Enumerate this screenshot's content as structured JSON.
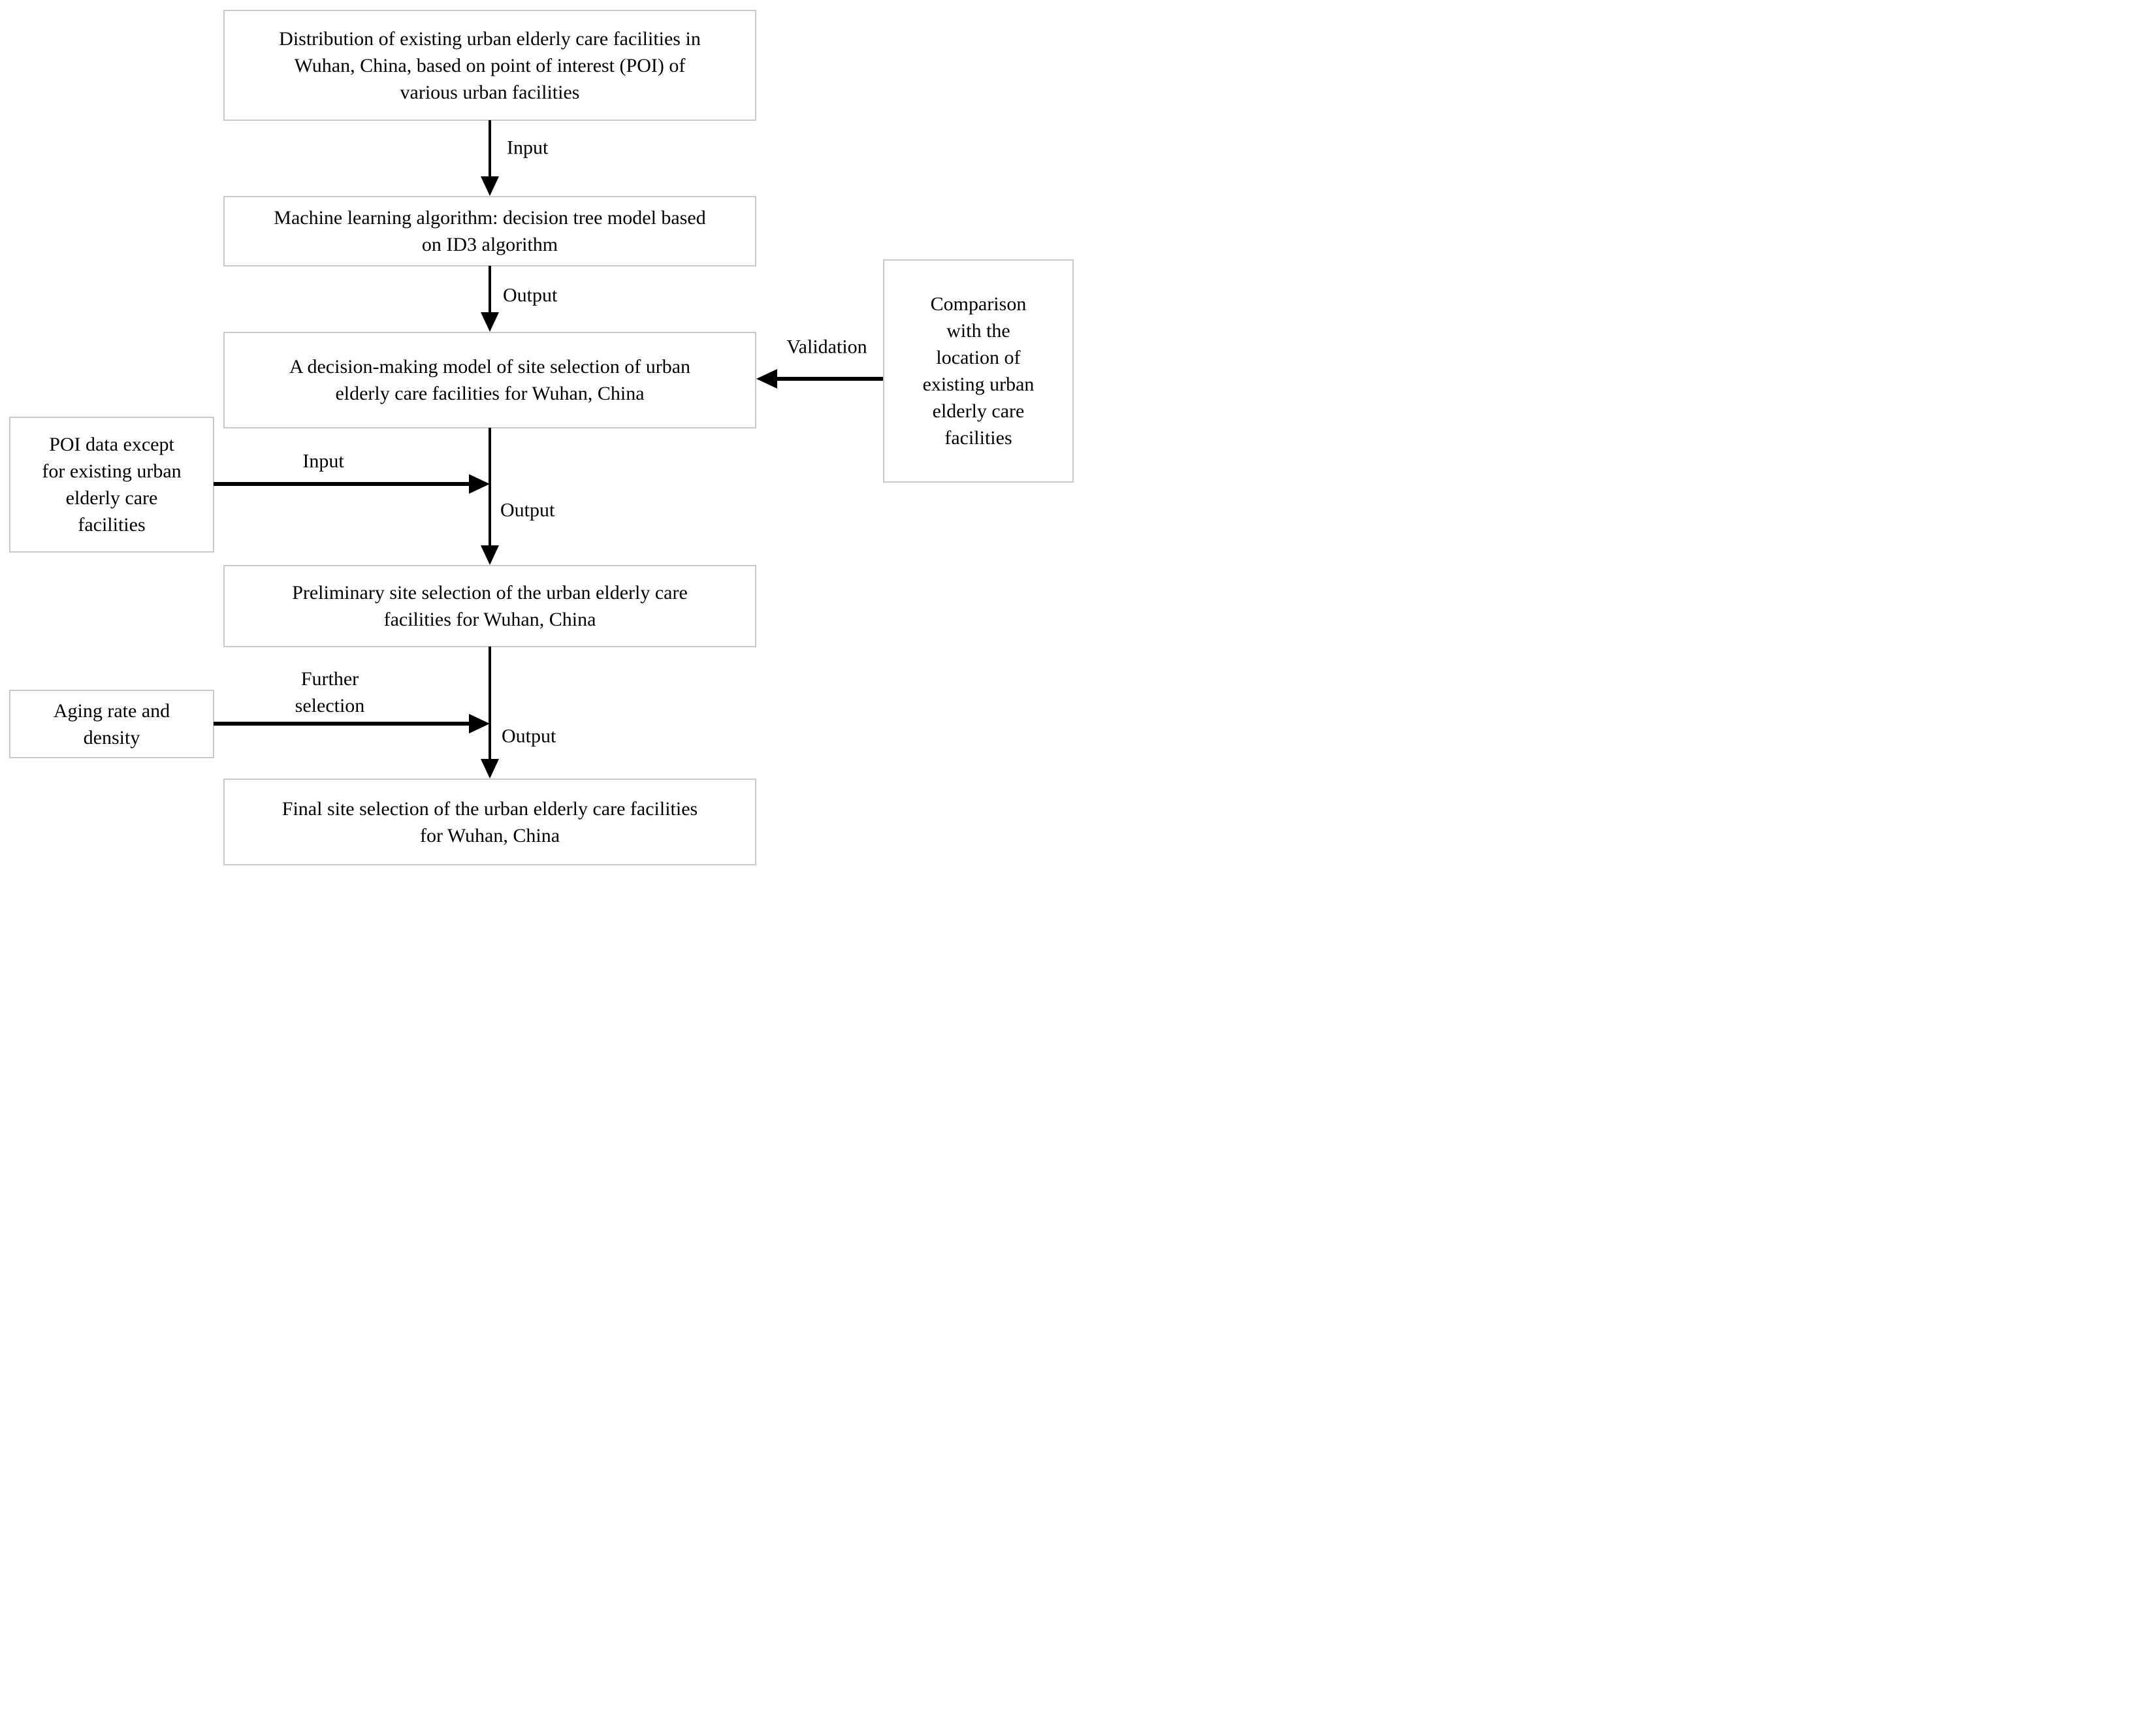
{
  "boxes": {
    "distribution": {
      "text": "Distribution of existing urban elderly care facilities in Wuhan, China, based on point of interest (POI) of various urban facilities"
    },
    "ml_algorithm": {
      "text": "Machine learning algorithm: decision tree model based on ID3 algorithm"
    },
    "decision_model": {
      "text": "A decision-making model of site selection of urban elderly care facilities for Wuhan, China"
    },
    "poi_data": {
      "text": "POI data except for existing urban elderly care facilities"
    },
    "comparison": {
      "text": "Comparison with the location of existing urban elderly care facilities"
    },
    "preliminary": {
      "text": "Preliminary site selection of the urban elderly care facilities for Wuhan, China"
    },
    "aging_rate": {
      "text": "Aging rate and density"
    },
    "final": {
      "text": "Final site selection of the urban elderly care facilities for Wuhan, China"
    }
  },
  "labels": {
    "input_top": "Input",
    "output_top": "Output",
    "input_side": "Input",
    "output_mid": "Output",
    "further_selection": "Further selection",
    "output_bottom": "Output",
    "validation": "Validation"
  },
  "colors": {
    "box_border": "#c9c9c9",
    "arrow": "#000000",
    "text": "#000000",
    "background": "#ffffff"
  }
}
